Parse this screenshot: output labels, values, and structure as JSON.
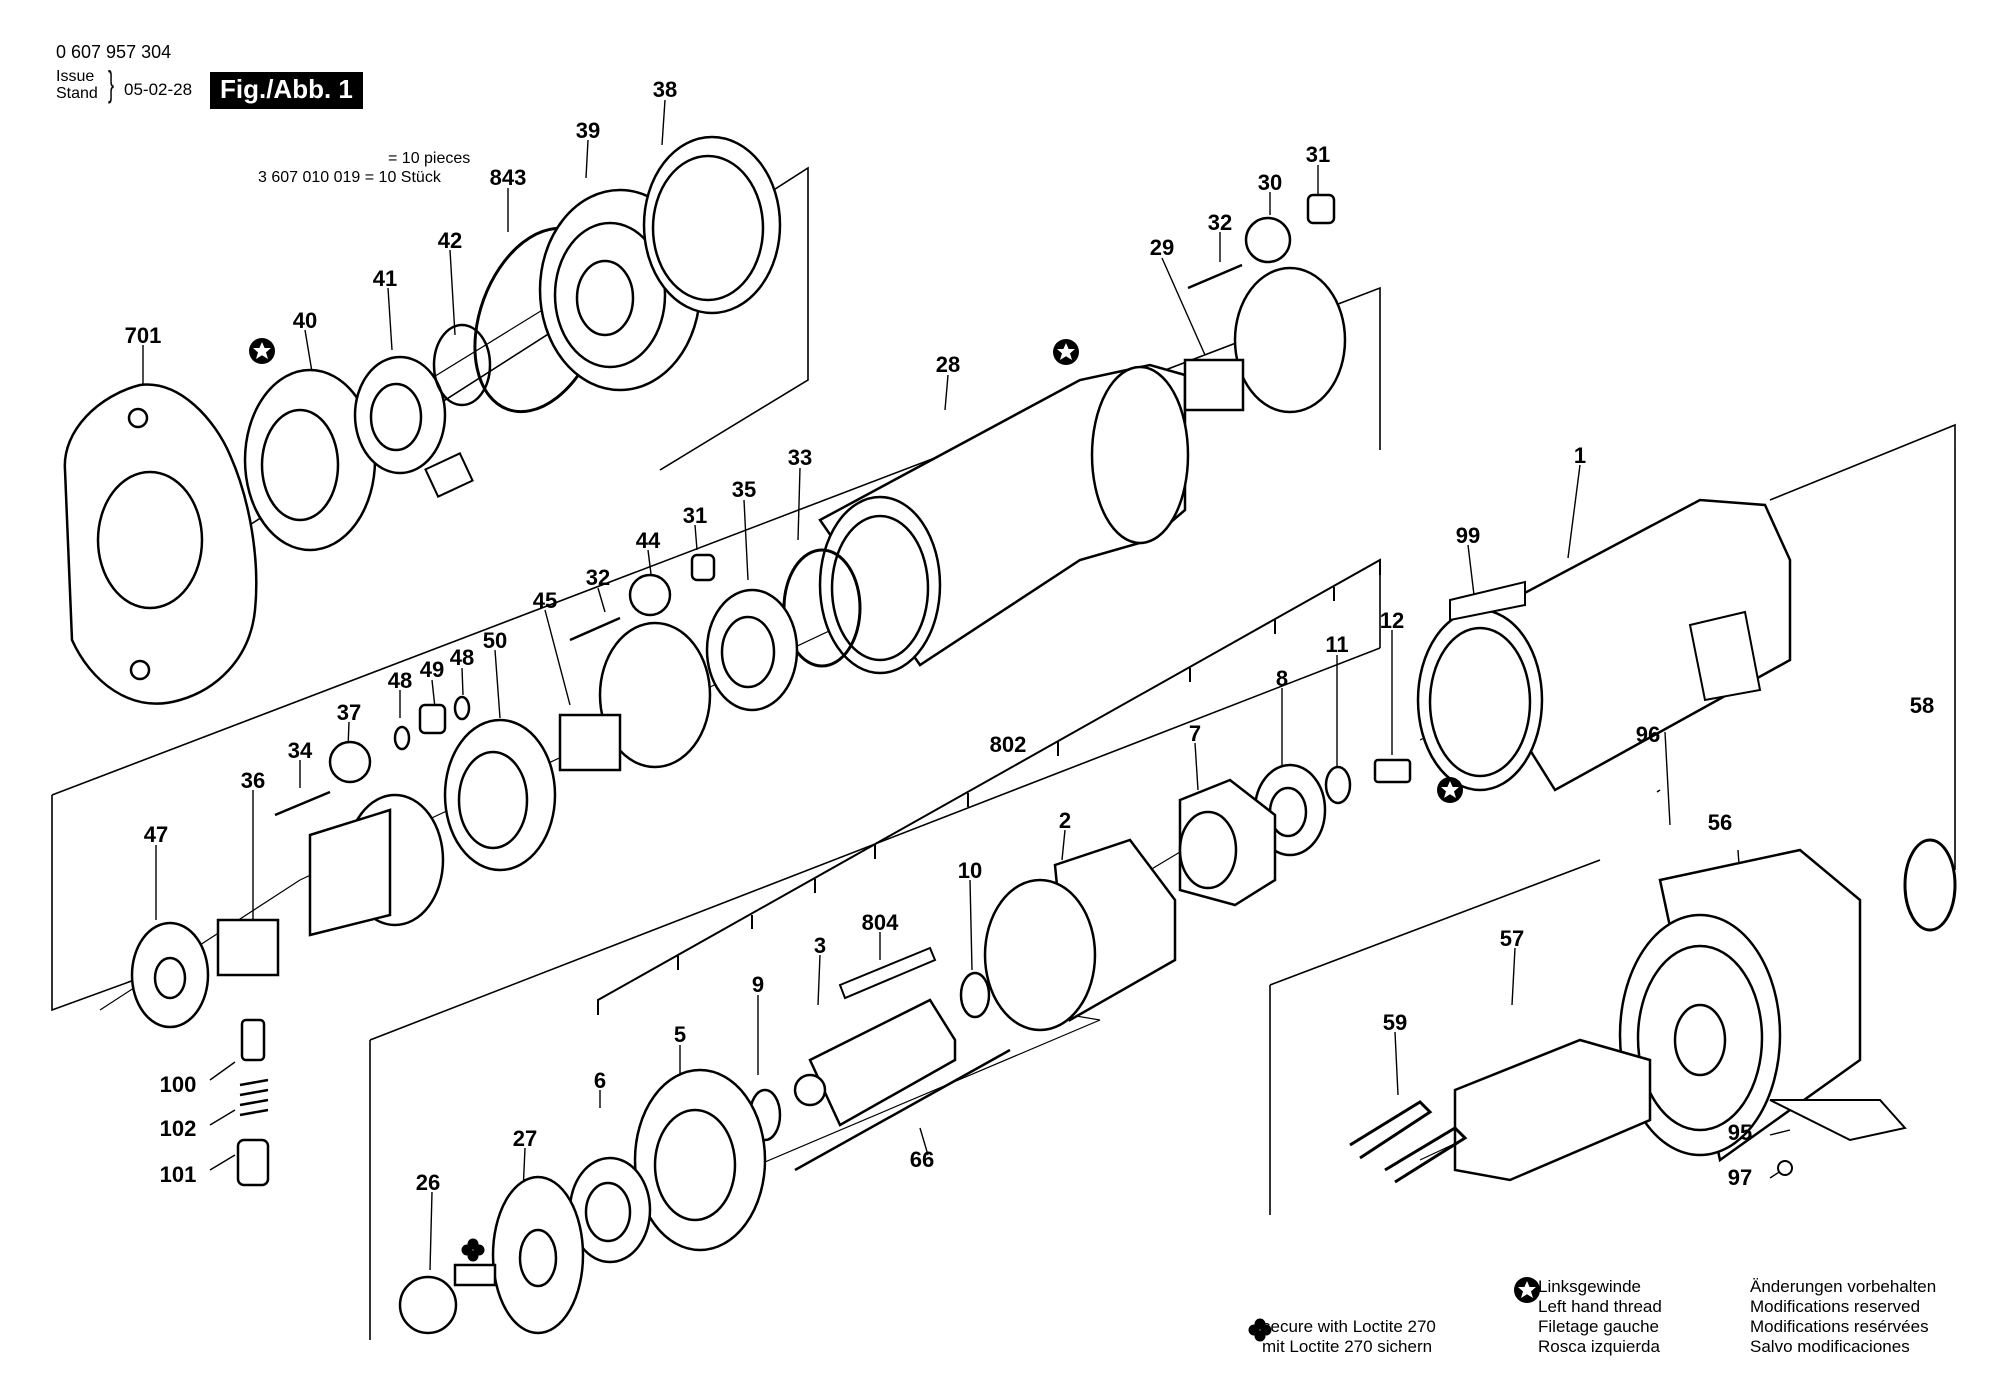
{
  "header": {
    "doc_number": "0 607 957 304",
    "issue_label_1": "Issue",
    "issue_label_2": "Stand",
    "issue_date": "05-02-28",
    "figure_title": "Fig./Abb. 1"
  },
  "pieces_note": {
    "line1": "= 10 pieces",
    "line2": "3 607 010 019 = 10 Stück"
  },
  "legend": {
    "loctite_line1": "secure with Loctite 270",
    "loctite_line2": "mit Loctite 270 sichern",
    "thread_line1": "Linksgewinde",
    "thread_line2": "Left hand thread",
    "thread_line3": "Filetage gauche",
    "thread_line4": "Rosca izquierda",
    "mods_line1": "Änderungen vorbehalten",
    "mods_line2": "Modifications reserved",
    "mods_line3": "Modifications resérvées",
    "mods_line4": "Salvo modificaciones"
  },
  "part_labels": [
    "38",
    "39",
    "843",
    "42",
    "41",
    "40",
    "701",
    "31",
    "30",
    "32",
    "29",
    "28",
    "33",
    "35",
    "31",
    "44",
    "32",
    "45",
    "50",
    "48",
    "49",
    "48",
    "37",
    "34",
    "36",
    "47",
    "100",
    "102",
    "101",
    "1",
    "99",
    "12",
    "11",
    "8",
    "7",
    "802",
    "2",
    "10",
    "804",
    "3",
    "9",
    "5",
    "6",
    "27",
    "26",
    "66",
    "96",
    "58",
    "56",
    "57",
    "59",
    "95",
    "97"
  ],
  "colors": {
    "ink": "#000000",
    "paper": "#ffffff",
    "title_bg": "#000000",
    "title_fg": "#ffffff"
  },
  "icons": {
    "left_thread_marker": "circled-star-icon",
    "loctite_marker": "four-leaf-club-icon"
  }
}
